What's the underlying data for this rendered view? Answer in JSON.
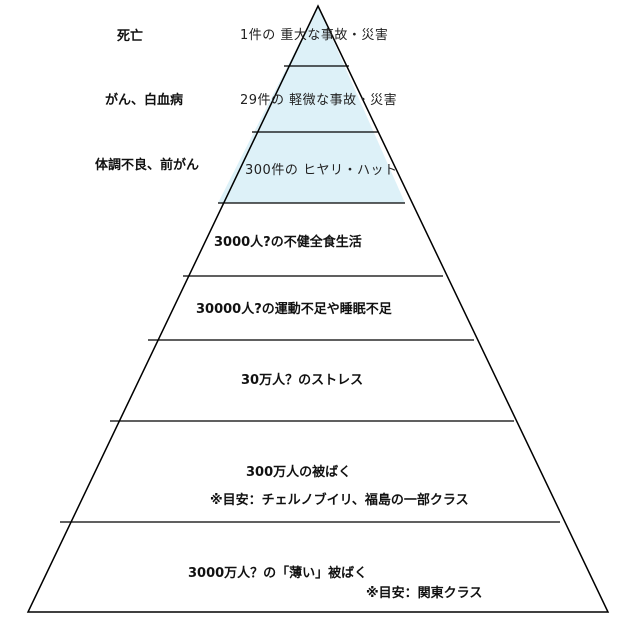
{
  "colors": {
    "outline": "#000000",
    "top_fill": "#ddf1f8",
    "background": "#ffffff"
  },
  "side_labels": [
    "死亡",
    "がん、白血病",
    "体調不良、前がん"
  ],
  "tiers": [
    {
      "text": "1件の 重大な事故・災害",
      "note": ""
    },
    {
      "text": "29件の 軽微な事故・災害",
      "note": ""
    },
    {
      "text": "300件の ヒヤリ・ハット",
      "note": ""
    },
    {
      "text": "3000人?の不健全食生活",
      "note": ""
    },
    {
      "text": "30000人?の運動不足や睡眠不足",
      "note": ""
    },
    {
      "text": "30万人？のストレス",
      "note": ""
    },
    {
      "text": "300万人の被ばく",
      "note": "※目安：チェルノブイリ、福島の一部クラス"
    },
    {
      "text": "3000万人？の「薄い」被ばく",
      "note": "※目安：関東クラス"
    }
  ]
}
